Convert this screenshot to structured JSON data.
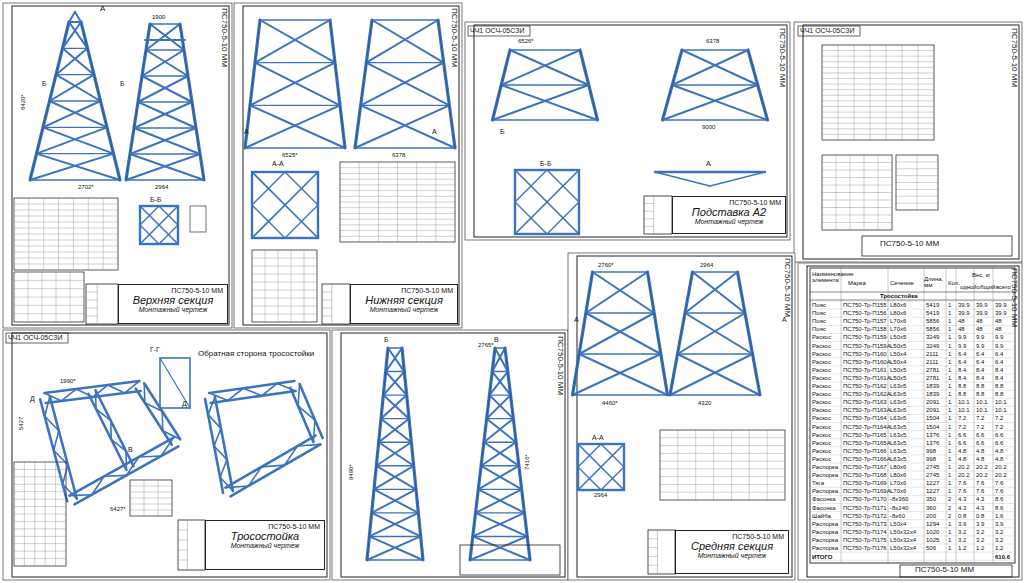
{
  "diagram": {
    "nodes": [
      {
        "text": [
          "ПС750-5-10 ММ",
          "Верхняя секция",
          "Монтажный чертеж"
        ]
      },
      {
        "text": [
          "ПС750-5-10 ММ",
          "Нижняя секция",
          "Монтажный чертеж"
        ]
      },
      {
        "text": [
          "ПС750-5-10 ММ",
          "Подставка А2",
          "Монтажный чертеж"
        ]
      },
      {
        "text": [
          "ПС750-5-10 ММ",
          "Тросостойка",
          "Монтажный чертеж"
        ]
      },
      {
        "text": [
          "ПС750-5-10 ММ",
          "Средняя секция",
          "Монтажный чертеж"
        ]
      }
    ],
    "labels": [
      "ЧЧ1 ОСЧ-05СЗИ",
      "ЧЧ1 ОСЧ-05СЗИ",
      "ЧЧ1 ОСЧ-05СЗИ",
      "ПС750-5-10 ММ",
      "ПС750-5-10 ММ",
      "ПС750-5-10 ММ",
      "ПС750-5-10 ММ",
      "ПС750-5-10 ММ",
      "ПС750-5-10 ММ",
      "ПС750-5-10 ММ",
      "ПС750-5-10 ММ",
      "ПС750-5-10 ММ",
      "Б-Б",
      "А",
      "Б",
      "Б",
      "А-А",
      "А",
      "А",
      "Б-Б",
      "Б",
      "А",
      "А-А",
      "А",
      "А",
      "Г-Г",
      "Обратная сторона тросостойки",
      "Д",
      "Д",
      "В",
      "Б",
      "В",
      "8420*",
      "2702*",
      "1900",
      "2964",
      "6525*",
      "6378",
      "6526*",
      "6378",
      "9000",
      "4460*",
      "4320",
      "2964",
      "2760*",
      "2964",
      "5427",
      "1990*",
      "6427*",
      "2765*",
      "9490*",
      "7416*",
      "Наименование элемента",
      "Марка",
      "Сечение",
      "Длина, мм",
      "Кол.",
      "Вес, кг",
      "одной",
      "общий",
      "всего",
      "Тросостойка",
      "Пояс",
      "ПС750-Тр-П155",
      "L80x6",
      "5419",
      "1",
      "39.9",
      "39.9",
      "39.9",
      "Пояс",
      "ПС750-Тр-П156",
      "L80x6",
      "5419",
      "1",
      "39.9",
      "39.9",
      "39.9",
      "Пояс",
      "ПС750-Тр-П157",
      "L70x6",
      "5856",
      "1",
      "48",
      "48",
      "48",
      "Пояс",
      "ПС750-Тр-П158",
      "L70x6",
      "5856",
      "1",
      "48",
      "48",
      "48",
      "Раскос",
      "ПС750-Тр-П159",
      "L50x5",
      "3249",
      "1",
      "9.9",
      "9.9",
      "9.9",
      "Раскос",
      "ПС750-Тр-П159А",
      "L50x5",
      "3249",
      "1",
      "9.9",
      "9.9",
      "9.9",
      "Раскос",
      "ПС750-Тр-П160",
      "L50x4",
      "2111",
      "1",
      "6.4",
      "6.4",
      "6.4",
      "Раскос",
      "ПС750-Тр-П160А",
      "L50x4",
      "2111",
      "1",
      "6.4",
      "6.4",
      "6.4",
      "Раскос",
      "ПС750-Тр-П161",
      "L50x5",
      "2781",
      "1",
      "8.4",
      "8.4",
      "8.4",
      "Раскос",
      "ПС750-Тр-П161А",
      "L50x5",
      "2781",
      "1",
      "8.4",
      "8.4",
      "8.4",
      "Раскос",
      "ПС750-Тр-П162",
      "L63x5",
      "1839",
      "1",
      "8.8",
      "8.8",
      "8.8",
      "Раскос",
      "ПС750-Тр-П162А",
      "L63x5",
      "1839",
      "1",
      "8.8",
      "8.8",
      "8.8",
      "Раскос",
      "ПС750-Тр-П163",
      "L63x5",
      "2091",
      "1",
      "10.1",
      "10.1",
      "10.1",
      "Раскос",
      "ПС750-Тр-П163А",
      "L63x5",
      "2091",
      "1",
      "10.1",
      "10.1",
      "10.1",
      "Раскос",
      "ПС750-Тр-П164",
      "L63x5",
      "1504",
      "1",
      "7.2",
      "7.2",
      "7.2",
      "Раскос",
      "ПС750-Тр-П164А",
      "L63x5",
      "1504",
      "1",
      "7.2",
      "7.2",
      "7.2",
      "Раскос",
      "ПС750-Тр-П165",
      "L63x5",
      "1376",
      "1",
      "6.6",
      "6.6",
      "6.6",
      "Раскос",
      "ПС750-Тр-П165А",
      "L63x5",
      "1376",
      "1",
      "6.6",
      "6.6",
      "6.6",
      "Раскос",
      "ПС750-Тр-П166",
      "L63x5",
      "998",
      "1",
      "4.8",
      "4.8",
      "4.8",
      "Раскос",
      "ПС750-Тр-П166А",
      "L63x5",
      "998",
      "1",
      "4.8",
      "4.8",
      "4.8",
      "Распорка",
      "ПС750-Тр-П167",
      "L80x6",
      "2745",
      "1",
      "20.2",
      "20.2",
      "20.2",
      "Распорка",
      "ПС750-Тр-П168",
      "L80x6",
      "2745",
      "1",
      "20.2",
      "20.2",
      "20.2",
      "Тяга",
      "ПС750-Тр-П169",
      "L70x6",
      "1227",
      "1",
      "7.6",
      "7.6",
      "7.6",
      "Распорка",
      "ПС750-Тр-П169А",
      "L70x6",
      "1227",
      "1",
      "7.6",
      "7.6",
      "7.6",
      "Фасонка",
      "ПС750-Тр-П170",
      "-8x360",
      "350",
      "2",
      "4.3",
      "4.3",
      "8.6",
      "Фасонка",
      "ПС750-Тр-П171",
      "-8x240",
      "360",
      "2",
      "4.3",
      "4.3",
      "8.6",
      "Шайба",
      "ПС750-Тр-П172",
      "-8x60",
      "200",
      "2",
      "0.8",
      "0.8",
      "1.6",
      "Распорка",
      "ПС750-Тр-П173",
      "L50x4",
      "1294",
      "1",
      "3.9",
      "3.9",
      "3.9",
      "Распорка",
      "ПС750-Тр-П174",
      "L50x32x4",
      "1020",
      "1",
      "3.2",
      "3.2",
      "3.2",
      "Распорка",
      "ПС750-Тр-П175",
      "L50x32x4",
      "1025",
      "1",
      "3.2",
      "3.2",
      "3.2",
      "Распорка",
      "ПС750-Тр-П176",
      "L50x32x4",
      "506",
      "1",
      "1.2",
      "1.2",
      "1.2",
      "ИТОГО",
      "610.6"
    ]
  }
}
